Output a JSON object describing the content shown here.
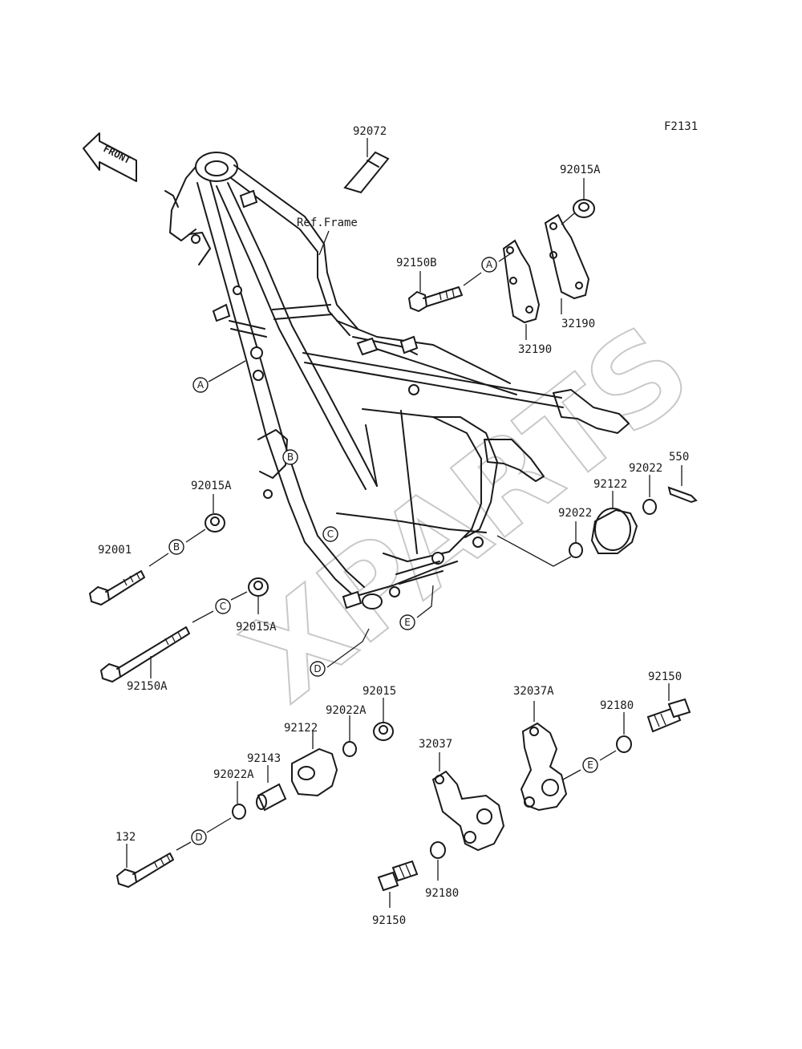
{
  "figure_code": "F2131",
  "front_label": "FRONT",
  "ref_frame": "Ref.Frame",
  "watermark": "XPARTS",
  "parts": [
    {
      "id": "p1",
      "text": "92072"
    },
    {
      "id": "p2",
      "text": "92015A"
    },
    {
      "id": "p3",
      "text": "92150B"
    },
    {
      "id": "p4",
      "text": "32190"
    },
    {
      "id": "p5",
      "text": "32190"
    },
    {
      "id": "p6",
      "text": "550"
    },
    {
      "id": "p7",
      "text": "92022"
    },
    {
      "id": "p8",
      "text": "92122"
    },
    {
      "id": "p9",
      "text": "92022"
    },
    {
      "id": "p10",
      "text": "92015A"
    },
    {
      "id": "p11",
      "text": "92001"
    },
    {
      "id": "p12",
      "text": "92015A"
    },
    {
      "id": "p13",
      "text": "92150A"
    },
    {
      "id": "p14",
      "text": "92015"
    },
    {
      "id": "p15",
      "text": "92022A"
    },
    {
      "id": "p16",
      "text": "92122"
    },
    {
      "id": "p17",
      "text": "92143"
    },
    {
      "id": "p18",
      "text": "92022A"
    },
    {
      "id": "p19",
      "text": "132"
    },
    {
      "id": "p20",
      "text": "32037A"
    },
    {
      "id": "p21",
      "text": "32037"
    },
    {
      "id": "p22",
      "text": "92180"
    },
    {
      "id": "p23",
      "text": "92150"
    },
    {
      "id": "p24",
      "text": "92180"
    },
    {
      "id": "p25",
      "text": "92150"
    }
  ],
  "callouts": [
    {
      "id": "c1",
      "text": "A"
    },
    {
      "id": "c2",
      "text": "A"
    },
    {
      "id": "c3",
      "text": "B"
    },
    {
      "id": "c4",
      "text": "B"
    },
    {
      "id": "c5",
      "text": "C"
    },
    {
      "id": "c6",
      "text": "C"
    },
    {
      "id": "c7",
      "text": "D"
    },
    {
      "id": "c8",
      "text": "D"
    },
    {
      "id": "c9",
      "text": "E"
    },
    {
      "id": "c10",
      "text": "E"
    }
  ]
}
